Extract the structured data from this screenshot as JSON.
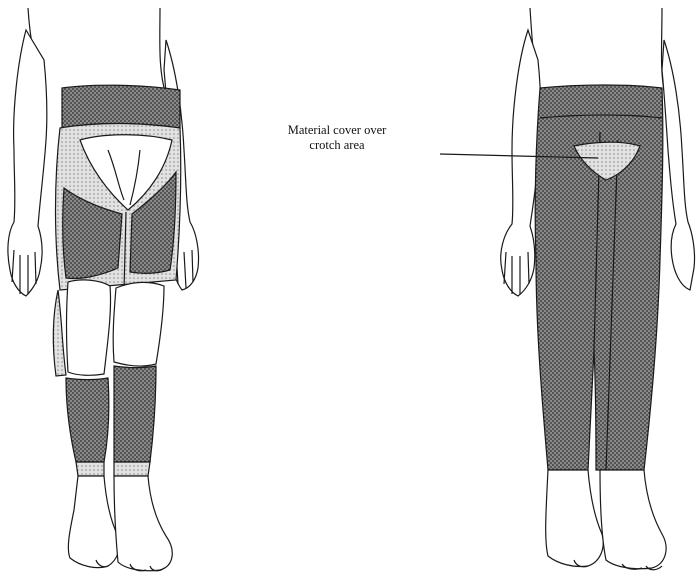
{
  "annotation": {
    "line1": "Material cover over",
    "line2": "crotch area"
  },
  "colors": {
    "ink": "#1a1a1a",
    "heavy_compression": "#6f6f6f",
    "light_compression": "#c9c9c9",
    "skin": "#ffffff"
  },
  "figures": [
    {
      "id": "left",
      "garment": "segmented compression tights with open knee and crotch panel"
    },
    {
      "id": "right",
      "garment": "full-length compression tights with crotch cover"
    }
  ]
}
